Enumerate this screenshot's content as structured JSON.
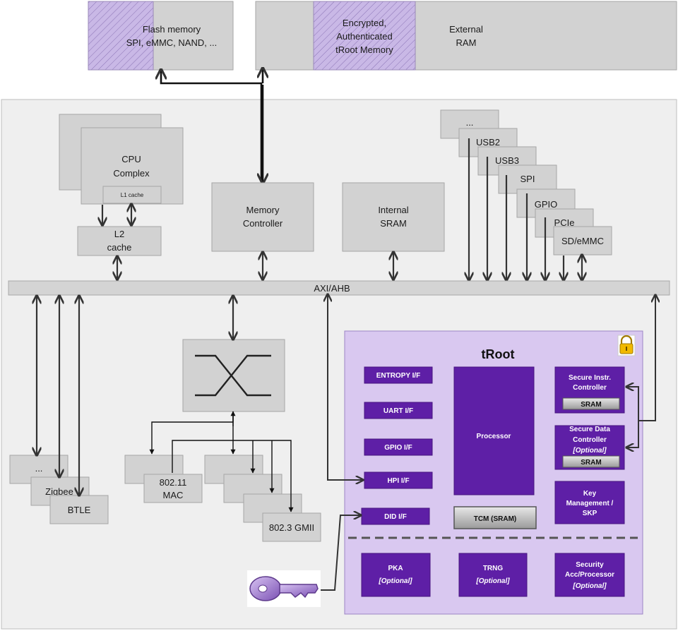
{
  "top": {
    "flash": "Flash memory\nSPI, eMMC, NAND, ...",
    "encrypted": "Encrypted,\nAuthenticated\ntRoot Memory",
    "external_ram": "External\nRAM"
  },
  "soc": {
    "cpu": "CPU\nComplex",
    "l1": "L1 cache",
    "l2": "L2\ncache",
    "memctrl": "Memory\nController",
    "sram": "Internal\nSRAM",
    "bus": "AXI/AHB",
    "periph": [
      "...",
      "USB2",
      "USB3",
      "SPI",
      "GPIO",
      "PCIe",
      "SD/eMMC"
    ],
    "wireless": [
      "...",
      "Zigbee",
      "BTLE"
    ],
    "mac": "802.11\nMAC",
    "gmii": "802.3 GMII"
  },
  "troot": {
    "title": "tRoot",
    "interfaces": [
      "ENTROPY I/F",
      "UART I/F",
      "GPIO I/F",
      "HPI I/F",
      "DID I/F"
    ],
    "processor": "Processor",
    "tcm": "TCM (SRAM)",
    "sic": "Secure Instr.\nController",
    "sdc": "Secure Data\nController",
    "sdc_opt": "[Optional]",
    "sram": "SRAM",
    "key_mgmt": "Key\nManagement /\nSKP",
    "pka": "PKA",
    "trng": "TRNG",
    "sec_acc": "Security\nAcc/Processor",
    "optional": "[Optional]"
  },
  "colors": {
    "gray_block": "#d2d2d2",
    "troot_bg": "#d9c8f0",
    "purple_block": "#5e1fa6",
    "hatch": "#b9a7dc"
  },
  "icons": [
    "lock-icon",
    "key-icon"
  ]
}
